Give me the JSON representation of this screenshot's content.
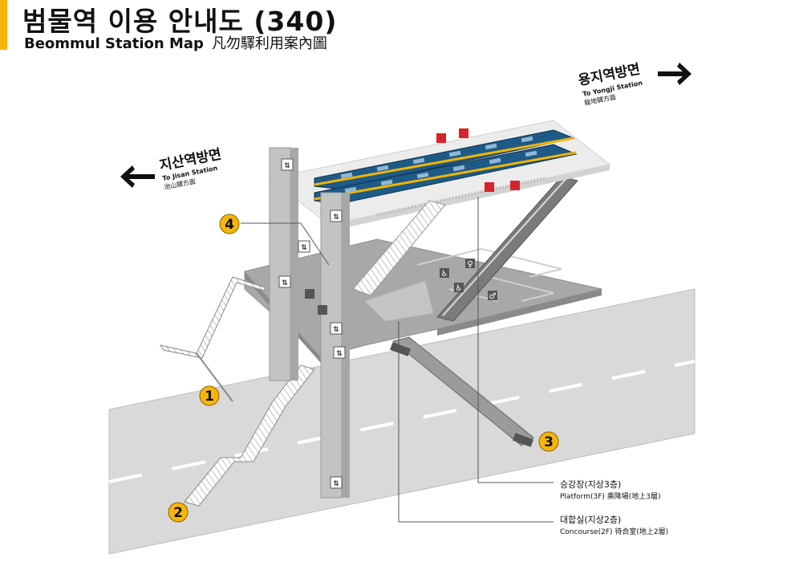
{
  "header": {
    "title_ko": "범물역 이용 안내도 (340)",
    "title_en": "Beommul Station Map",
    "title_cn": "凡勿驛利用案內圖"
  },
  "directions": {
    "yongji": {
      "ko": "용지역방면",
      "en": "To Yongji Station",
      "cn": "龍地驛方面"
    },
    "jisan": {
      "ko": "지산역방면",
      "en": "To Jisan Station",
      "cn": "池山驛方面"
    }
  },
  "exits": [
    "1",
    "2",
    "3",
    "4"
  ],
  "legend": {
    "platform": {
      "ko": "승강장(지상3층)",
      "en": "Platform(3F) 乘降場(地上3層)"
    },
    "concourse": {
      "ko": "대합실(지상2층)",
      "en": "Concourse(2F) 待合室(地上2層)"
    }
  },
  "icons": {
    "elevator": "elevator-icon",
    "restroom": "restroom-icon",
    "wheelchair": "wheelchair-icon",
    "emergency": "emergency-icon"
  },
  "colors": {
    "accent": "#f5b50a",
    "train_body": "#1e5a86",
    "train_stripe": "#f0b400",
    "exit_badge": "#f5b50a",
    "road": "#d9d9d9",
    "structure": "#bdbdbd",
    "concourse": "#a3a3a3",
    "emergency": "#d8232a"
  }
}
